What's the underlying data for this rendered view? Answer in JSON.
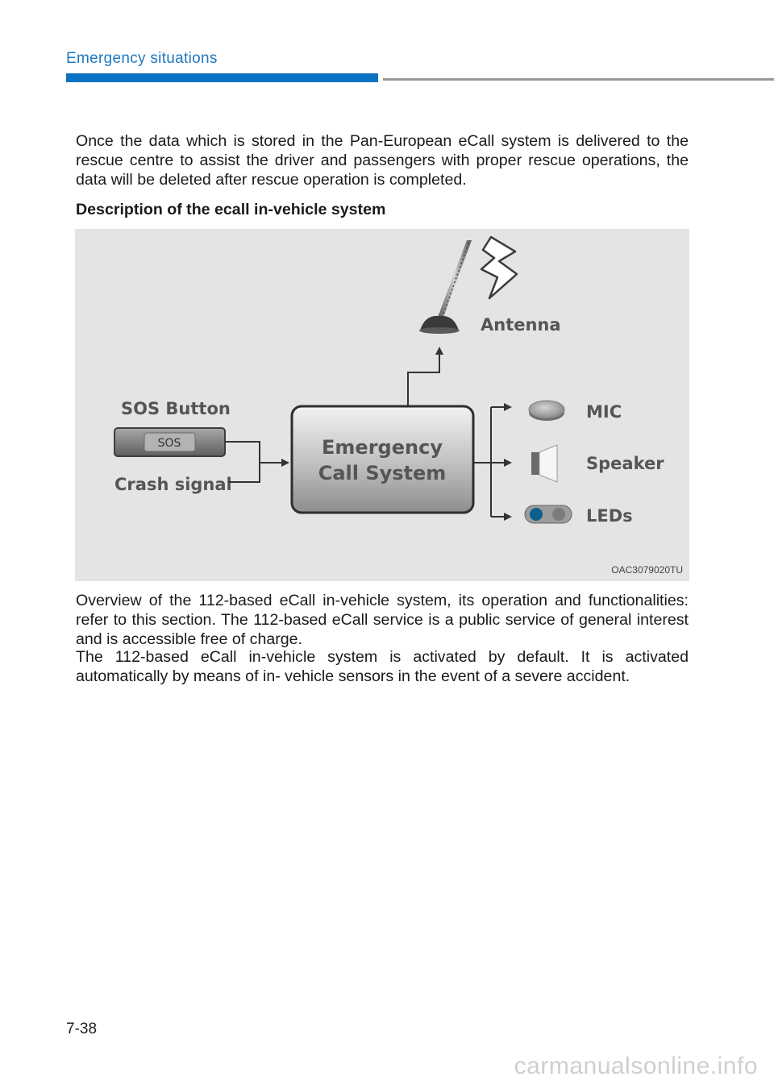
{
  "header": {
    "section_title": "Emergency situations"
  },
  "paragraphs": {
    "intro": "Once the data which is stored in the Pan-European eCall system is delivered to the rescue centre to assist the driver and passengers with proper rescue operations, the data will be deleted after rescue operation is completed.",
    "heading": "Description of the ecall in-vehicle system",
    "overview": "Overview of the 112-based eCall in-vehicle system, its operation and functionalities: refer to this section. The 112-based eCall service is a public service of general interest and is accessible free of charge.",
    "activation": "The 112-based eCall in-vehicle system is activated by default. It is activated automatically by means of in- vehicle sensors in the event of a severe accident."
  },
  "diagram": {
    "antenna_label": "Antenna",
    "sos_button_label": "SOS Button",
    "sos_key_text": "SOS",
    "crash_signal_label": "Crash signal",
    "system_line1": "Emergency",
    "system_line2": "Call System",
    "mic_label": "MIC",
    "speaker_label": "Speaker",
    "leds_label": "LEDs",
    "figure_code": "OAC3079020TU"
  },
  "footer": {
    "page_number": "7-38",
    "watermark": "carmanualsonline.info"
  }
}
